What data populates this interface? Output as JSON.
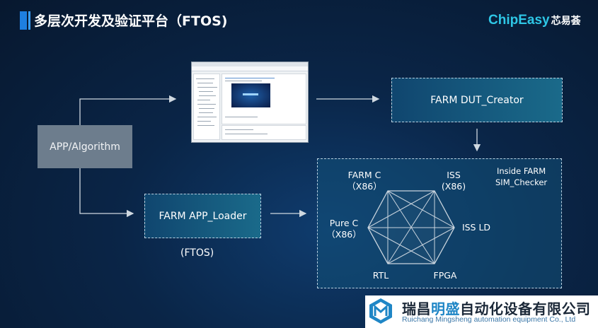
{
  "slide": {
    "title": "多层次开发及验证平台（FTOS)",
    "brand": "ChipEasy",
    "brand_cn": "芯易荟"
  },
  "diagram": {
    "app_box": "APP/Algorithm",
    "loader_box": "FARM APP_Loader",
    "loader_caption": "(FTOS)",
    "creator_box": "FARM DUT_Creator",
    "checker": {
      "label_line1": "Inside FARM",
      "label_line2": "SIM_Checker",
      "nodes": [
        {
          "line1": "FARM C",
          "line2": "（X86）"
        },
        {
          "line1": "ISS",
          "line2": "(X86)"
        },
        {
          "line1": "ISS LD",
          "line2": ""
        },
        {
          "line1": "FPGA",
          "line2": ""
        },
        {
          "line1": "RTL",
          "line2": ""
        },
        {
          "line1": "Pure C",
          "line2": "（X86）"
        }
      ]
    }
  },
  "footer_logo": {
    "name_cn_1": "瑞昌",
    "name_cn_2": "明盛",
    "name_cn_3": "自动化设备有限公司",
    "name_en": "Ruichang Mingsheng automation equipment Co., Ltd"
  },
  "colors": {
    "accent": "#1e7fe0",
    "brand": "#2ec7e6",
    "box_fill": "#10466f",
    "app_fill": "#6d7d8d",
    "line": "#cfd8e0"
  }
}
